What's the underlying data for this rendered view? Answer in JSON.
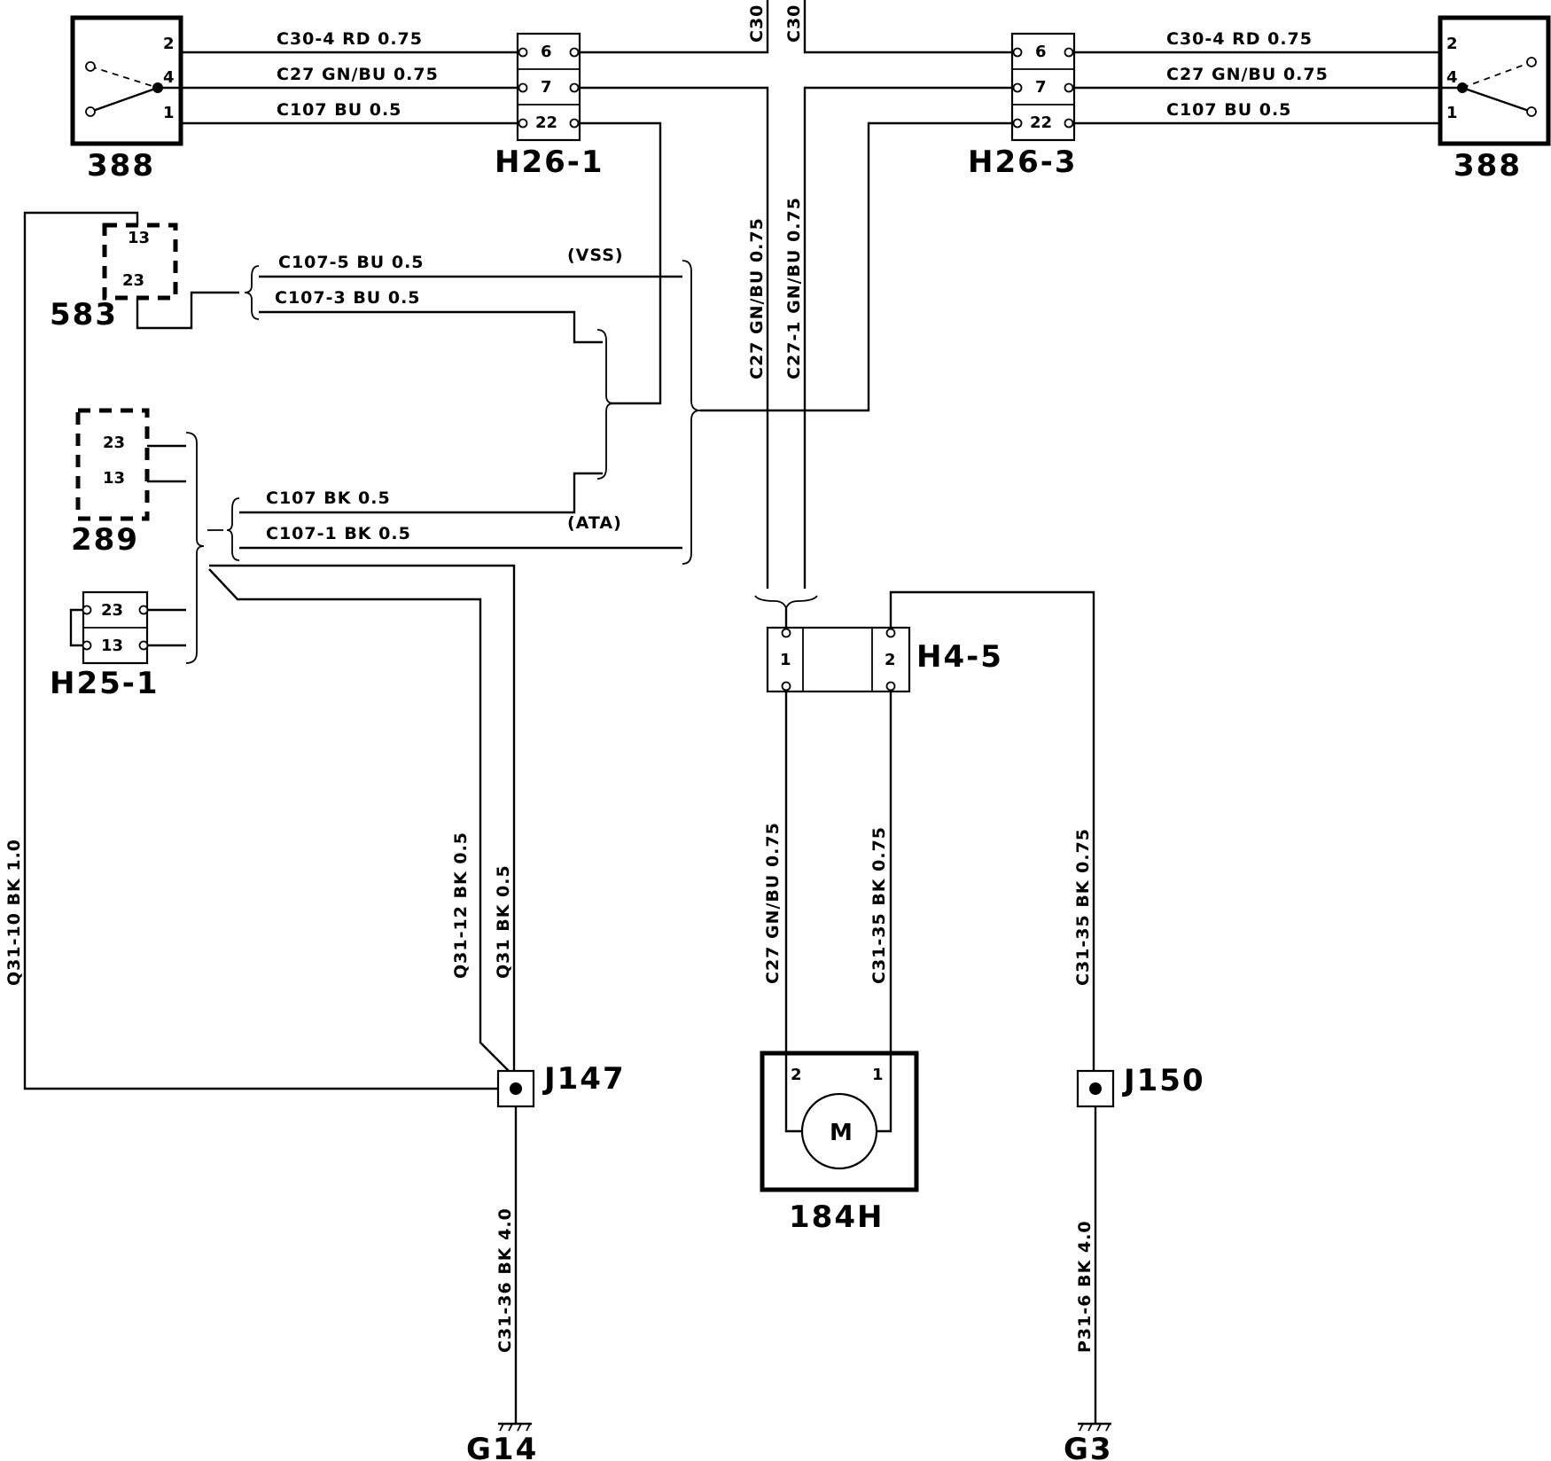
{
  "components": {
    "sw_left": "388",
    "sw_right": "388",
    "h26_1": "H26-1",
    "h26_3": "H26-3",
    "c583": "583",
    "c289": "289",
    "h25_1": "H25-1",
    "h4_5": "H4-5",
    "motor": "184H",
    "motor_symbol": "M",
    "j147": "J147",
    "j150": "J150",
    "g14": "G14",
    "g3": "G3"
  },
  "pins": {
    "sw_2": "2",
    "sw_4": "4",
    "sw_1": "1",
    "h26_6": "6",
    "h26_7": "7",
    "h26_22": "22",
    "c583_13": "13",
    "c583_23": "23",
    "c289_23": "23",
    "c289_13": "13",
    "h25_23": "23",
    "h25_13": "13",
    "h45_1": "1",
    "h45_2": "2",
    "motor_2": "2",
    "motor_1": "1"
  },
  "wires": {
    "c30_4": "C30-4   RD 0.75",
    "c27": "C27  GN/BU 0.75",
    "c107": "C107  BU 0.5",
    "c107_5": "C107-5   BU 0.5",
    "vss": "(VSS)",
    "c107_3": "C107-3   BU 0.5",
    "c107_bk": "C107   BK  0.5",
    "c107_1": "C107-1   BK  0.5",
    "ata": "(ATA)",
    "c30_top_a": "C30",
    "c30_top_b": "C30",
    "c27_vert": "C27  GN/BU  0.75",
    "c27_1_vert": "C27-1   GN/BU  0.75",
    "q31_10": "Q31-10   BK  1.0",
    "q31_12": "Q31-12   BK  0.5",
    "q31": "Q31   BK  0.5",
    "c27_motor": "C27   GN/BU  0.75",
    "c31_35_motor": "C31-35    BK  0.75",
    "c31_35_right": "C31-35    BK  0.75",
    "c31_36": "C31-36     BK  4.0",
    "p31_6": "P31-6     BK  4.0"
  }
}
